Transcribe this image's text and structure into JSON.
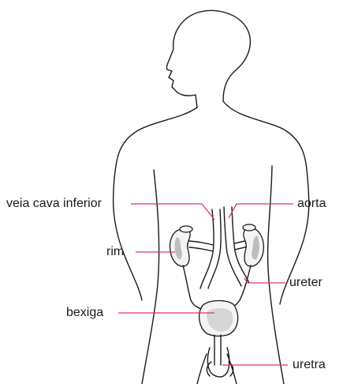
{
  "labels": {
    "vena_cava": "veia cava inferior",
    "aorta": "aorta",
    "kidney": "rim",
    "ureter": "ureter",
    "bladder": "bexiga",
    "urethra": "uretra"
  },
  "colors": {
    "leader": "#e0307a",
    "outline": "#1a1a1a"
  }
}
